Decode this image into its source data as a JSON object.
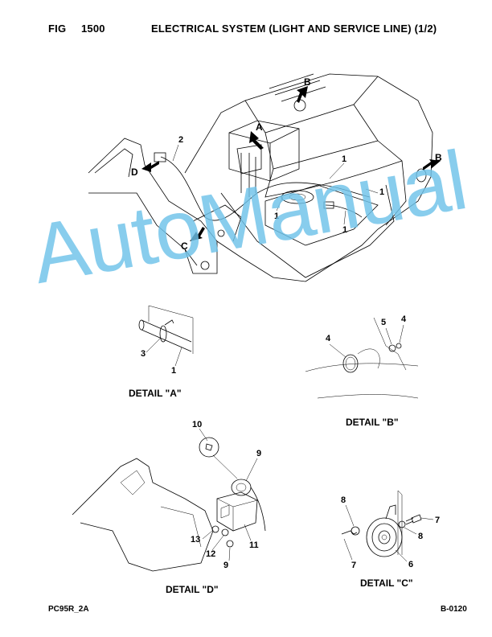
{
  "header": {
    "fig_label": "FIG",
    "fig_number": "1500",
    "title": "ELECTRICAL SYSTEM (LIGHT AND SERVICE LINE) (1/2)"
  },
  "footer": {
    "model": "PC95R_2A",
    "code": "B-0120"
  },
  "watermark": "AutoManual",
  "details": {
    "a": "DETAIL \"A\"",
    "b": "DETAIL \"B\"",
    "c": "DETAIL \"C\"",
    "d": "DETAIL \"D\""
  },
  "main_view": {
    "arrows": [
      "A",
      "B",
      "B",
      "C",
      "D"
    ],
    "callouts": [
      "1",
      "1",
      "1",
      "1",
      "2"
    ]
  },
  "detail_a_callouts": [
    "3",
    "1"
  ],
  "detail_b_callouts": [
    "4",
    "5",
    "4"
  ],
  "detail_d_callouts": [
    "10",
    "9",
    "13",
    "12",
    "11",
    "9"
  ],
  "detail_c_callouts": [
    "8",
    "7",
    "8",
    "7",
    "6"
  ],
  "colors": {
    "watermark": "#6fc3ea",
    "ink": "#000000"
  }
}
